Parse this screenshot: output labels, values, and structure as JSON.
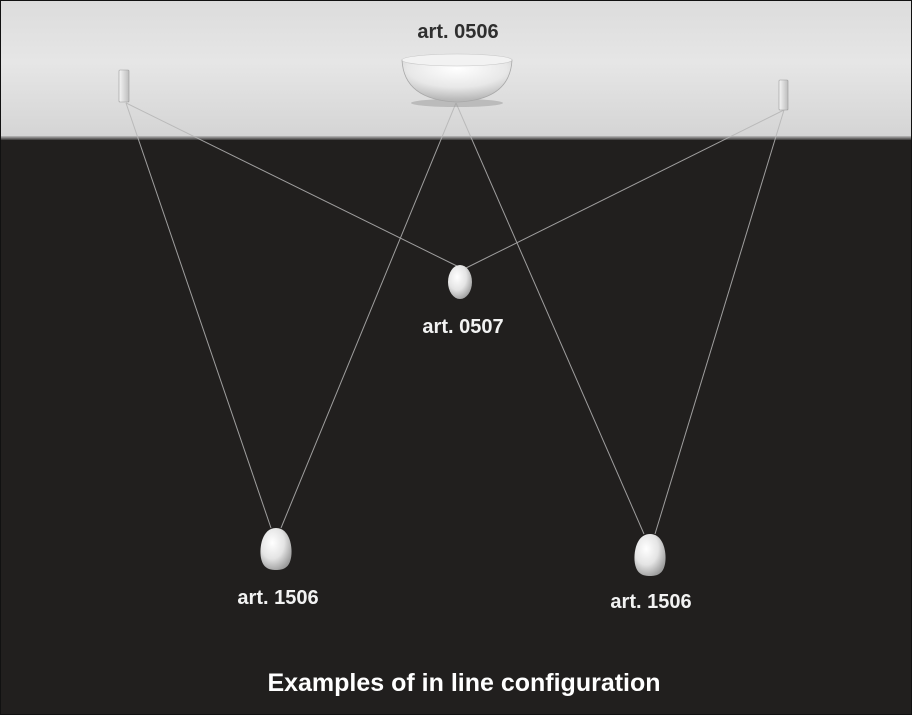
{
  "labels": {
    "ceiling_rose": "art. 0506",
    "center_pendant": "art. 0507",
    "left_pendant": "art. 1506",
    "right_pendant": "art. 1506"
  },
  "caption": "Examples of in line configuration",
  "colors": {
    "ceiling": "#e0e0e0",
    "wall": "#211f1e",
    "wire": "#b5b5b5",
    "fixture": "#e9e9e9"
  }
}
